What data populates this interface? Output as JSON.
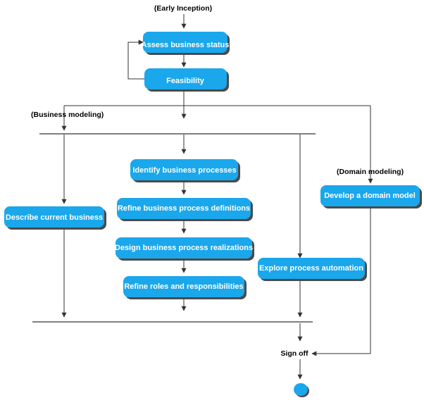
{
  "diagram": {
    "labels": {
      "early_inception": "(Early Inception)",
      "business_modeling": "(Business modeling)",
      "domain_modeling": "(Domain modeling)",
      "sign_off": "Sign off"
    },
    "nodes": {
      "assess": "Assess business status",
      "feasibility": "Feasibility",
      "identify": "Identify business processes",
      "refine_defs": "Refine business process definitions",
      "design": "Design business process realizations",
      "refine_roles": "Refine roles and responsibilities",
      "describe": "Describe current business",
      "explore": "Explore process automation",
      "domain_model": "Develop a domain model"
    },
    "colors": {
      "node_fill": "#1aa7ec",
      "node_shadow": "#4a4a4a",
      "edge": "#333333",
      "end_node": "#1aa7ec"
    }
  }
}
